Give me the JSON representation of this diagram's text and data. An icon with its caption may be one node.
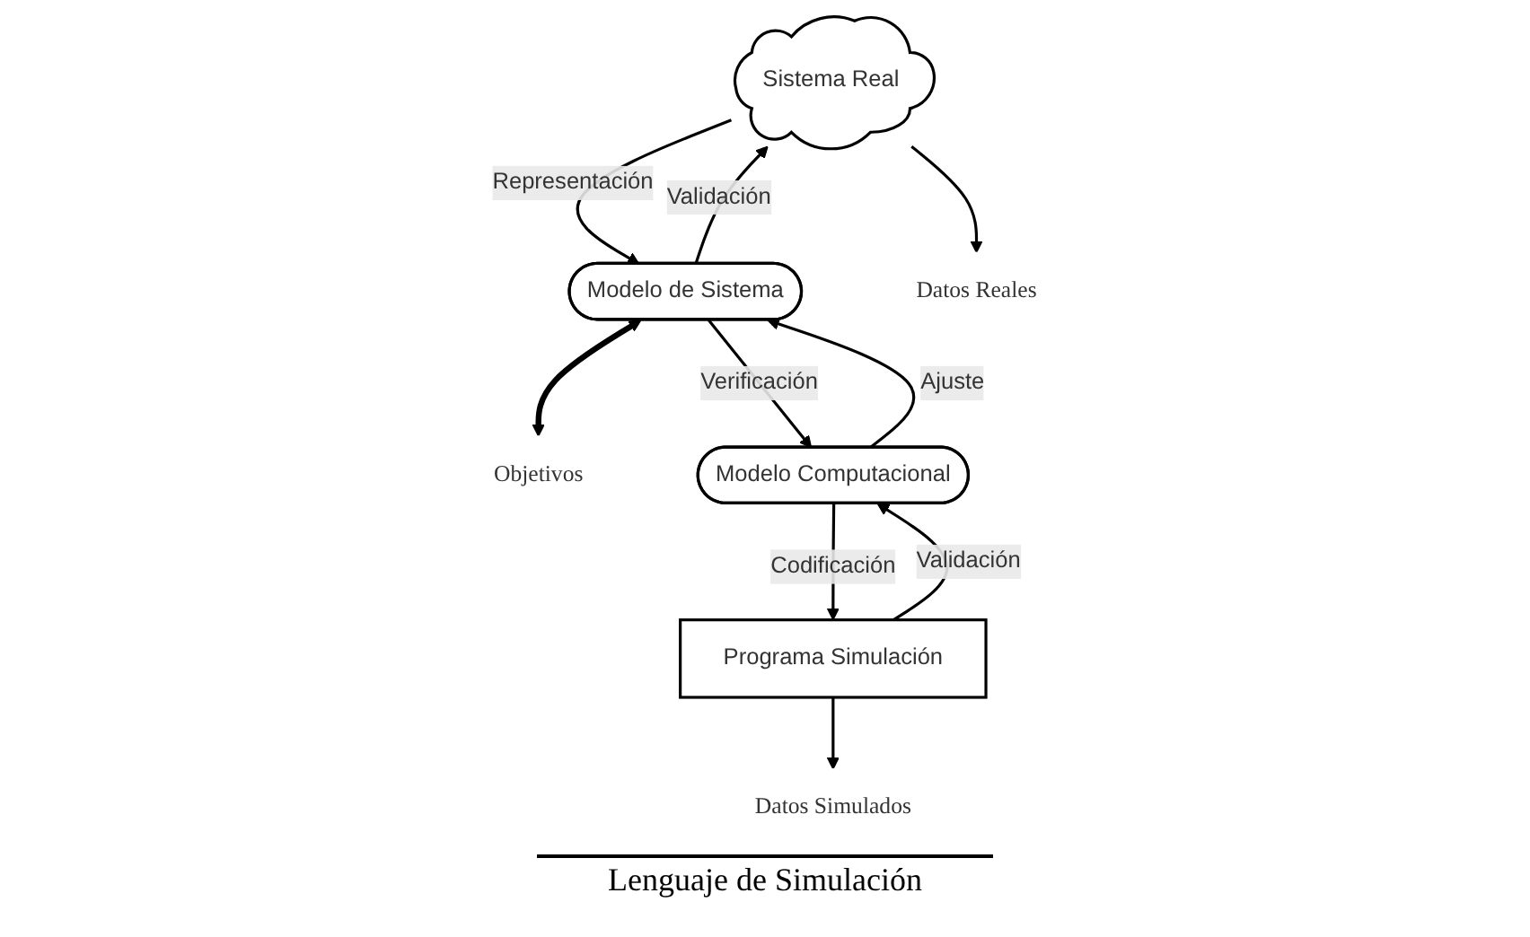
{
  "diagram": {
    "nodes": [
      {
        "text": [
          "Sistema Real"
        ]
      },
      {
        "text": [
          "Modelo de Sistema"
        ]
      },
      {
        "text": [
          "Objetivos"
        ]
      },
      {
        "text": [
          "Datos Reales"
        ]
      },
      {
        "text": [
          "Datos Simulados"
        ]
      },
      {
        "text": [
          "Programa Simulación"
        ]
      },
      {
        "text": [
          "Modelo Computacional"
        ]
      }
    ],
    "edges": [
      {
        "from": 0,
        "to": 1,
        "arrow": "to",
        "label": "Representación"
      },
      {
        "from": 1,
        "to": 0,
        "arrow": "to",
        "label": "Validación"
      },
      {
        "from": 1,
        "to": 2,
        "arrow": "both",
        "style": "thick"
      },
      {
        "from": 0,
        "to": 3,
        "arrow": "to"
      },
      {
        "from": 1,
        "to": 6,
        "arrow": "to",
        "label": "Verificación"
      },
      {
        "from": 6,
        "to": 1,
        "arrow": "to",
        "label": "Ajuste"
      },
      {
        "from": 5,
        "to": 4,
        "arrow": "to"
      },
      {
        "from": 6,
        "to": 5,
        "arrow": "to",
        "label": "Codificación"
      },
      {
        "from": 5,
        "to": 6,
        "arrow": "to",
        "label": "Validación"
      }
    ],
    "labels": [
      "Lenguaje de Simulación"
    ]
  }
}
